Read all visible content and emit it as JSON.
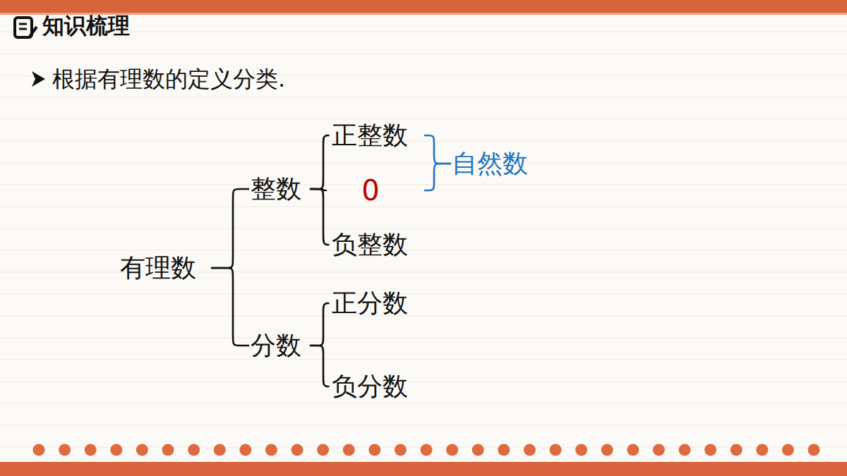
{
  "diagram": {
    "title": "知识梳理",
    "nodes": [
      {
        "text": [
          "有理数"
        ]
      },
      {
        "text": [
          "整数"
        ]
      },
      {
        "text": [
          "正整数"
        ]
      },
      {
        "text": [
          "0"
        ]
      },
      {
        "text": [
          "负整数"
        ]
      },
      {
        "text": [
          "分数"
        ]
      },
      {
        "text": [
          "正分数"
        ]
      },
      {
        "text": [
          "负分数"
        ]
      },
      {
        "text": [
          "自然数"
        ]
      }
    ],
    "edges": [
      {
        "from": 0,
        "to": 1,
        "arrow": "none"
      },
      {
        "from": 0,
        "to": 5,
        "arrow": "none"
      },
      {
        "from": 1,
        "to": 2,
        "arrow": "none"
      },
      {
        "from": 1,
        "to": 3,
        "arrow": "none"
      },
      {
        "from": 1,
        "to": 4,
        "arrow": "none"
      },
      {
        "from": 5,
        "to": 6,
        "arrow": "none"
      },
      {
        "from": 5,
        "to": 7,
        "arrow": "none"
      },
      {
        "from": 2,
        "to": 8,
        "arrow": "none"
      },
      {
        "from": 3,
        "to": 8,
        "arrow": "none"
      }
    ],
    "labels": [
      "根据有理数的定义分类."
    ]
  }
}
